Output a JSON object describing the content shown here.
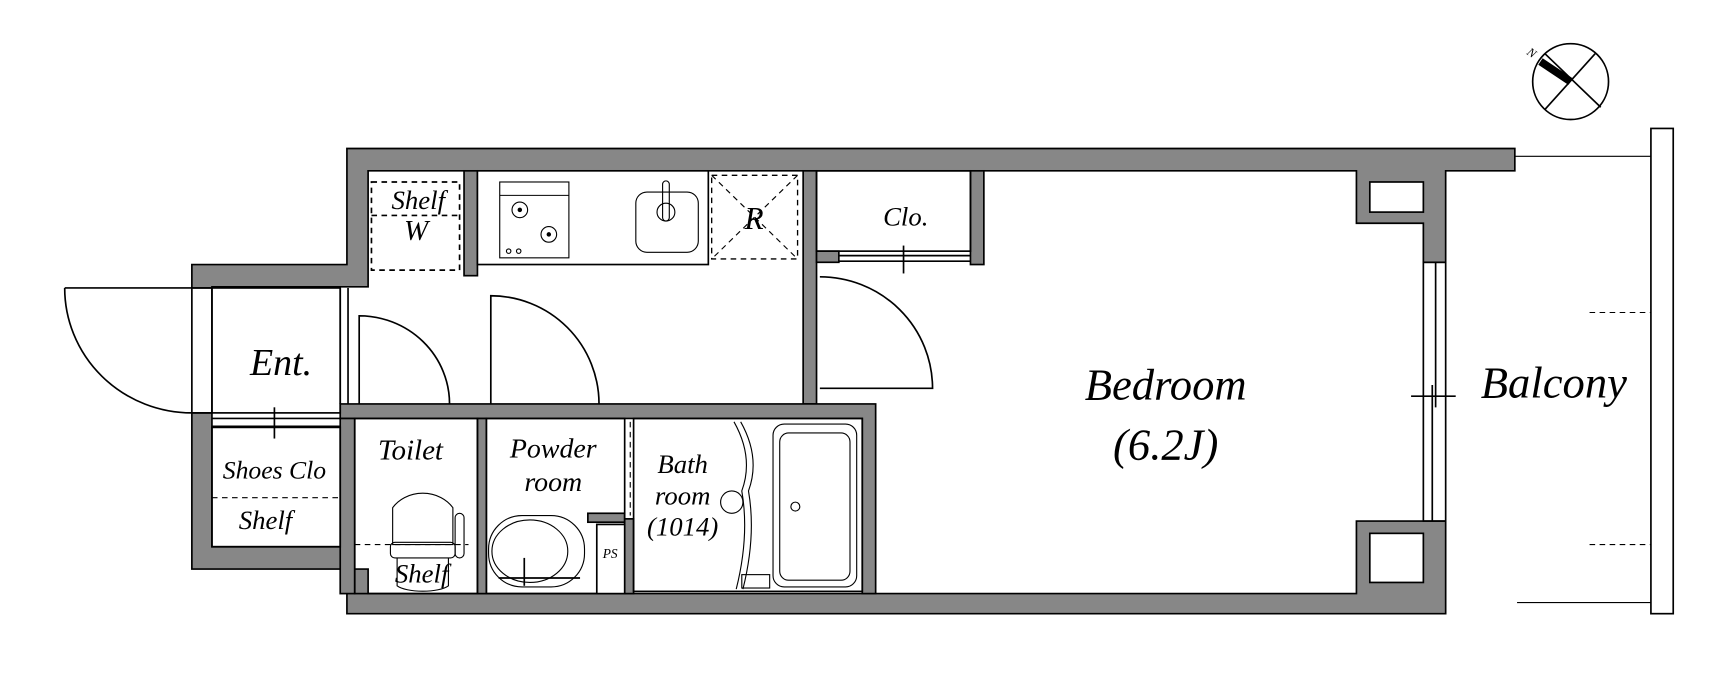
{
  "compass": {
    "north_label": "N"
  },
  "rooms": {
    "shelf_w": {
      "shelf": "Shelf",
      "w": "W"
    },
    "fridge": "R",
    "closet": "Clo.",
    "entrance": "Ent.",
    "shoes_closet": "Shoes Clo",
    "shoes_shelf": "Shelf",
    "toilet": "Toilet",
    "toilet_shelf": "Shelf",
    "powder_room": [
      "Powder",
      "room"
    ],
    "ps": "PS",
    "bathroom": [
      "Bath",
      "room",
      "(1014)"
    ],
    "bedroom": {
      "name": "Bedroom",
      "size": "(6.2J)"
    },
    "balcony": "Balcony"
  }
}
